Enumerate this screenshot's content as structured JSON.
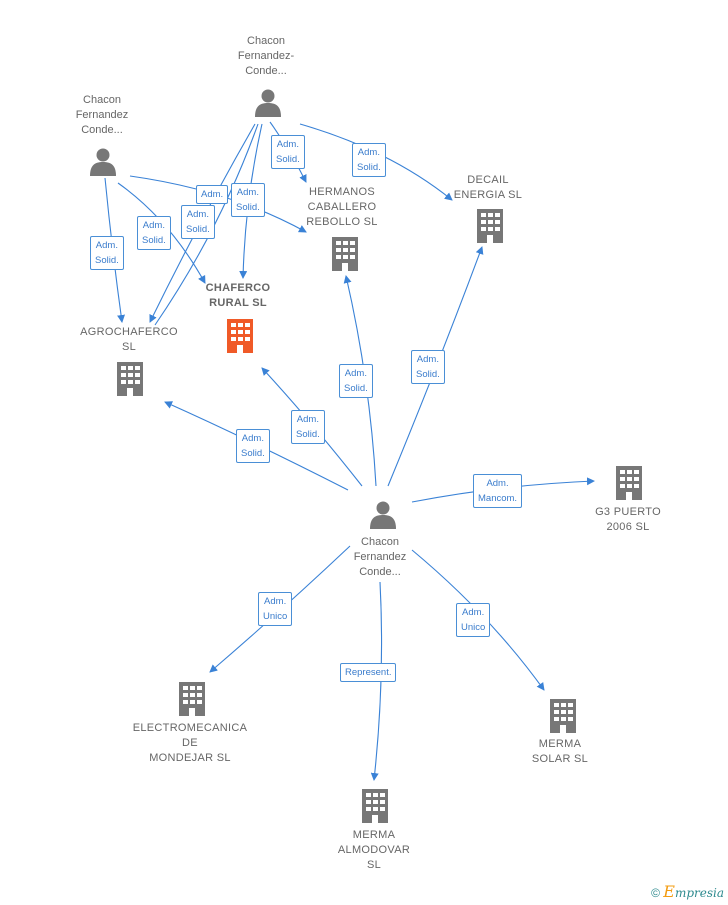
{
  "colors": {
    "edge": "#3a82d6",
    "person": "#777777",
    "company": "#777777",
    "focus_company": "#f05a28"
  },
  "nodes": {
    "person_top": {
      "label": "Chacon\nFernandez-\nConde...",
      "icon": "person-icon"
    },
    "person_left": {
      "label": "Chacon\nFernandez\nConde...",
      "icon": "person-icon"
    },
    "person_center": {
      "label": "Chacon\nFernandez\nConde...",
      "icon": "person-icon"
    },
    "chaferco": {
      "label": "CHAFERCO\nRURAL SL",
      "icon": "building-icon"
    },
    "hermanos": {
      "label": "HERMANOS\nCABALLERO\nREBOLLO SL",
      "icon": "building-icon"
    },
    "decail": {
      "label": "DECAIL\nENERGIA SL",
      "icon": "building-icon"
    },
    "agrochaferco": {
      "label": "AGROCHAFERCO\nSL",
      "icon": "building-icon"
    },
    "g3puerto": {
      "label": "G3 PUERTO\n2006 SL",
      "icon": "building-icon"
    },
    "electromecanica": {
      "label": "ELECTROMECANICA\nDE\nMONDEJAR SL",
      "icon": "building-icon"
    },
    "merma_almodovar": {
      "label": "MERMA\nALMODOVAR\nSL",
      "icon": "building-icon"
    },
    "merma_solar": {
      "label": "MERMA\nSOLAR SL",
      "icon": "building-icon"
    }
  },
  "edge_labels": {
    "e1": "Adm.\nSolid.",
    "e2": "Adm.\nSolid.",
    "e3": "Adm.\nSolid.",
    "e4": "Adm.\nSolid.",
    "e5": "Adm.\nSolid.",
    "e6": "Adm.\nSolid.",
    "e7": "Adm.\nSolid.",
    "e8": "Adm.\nSolid.",
    "e9": "Adm.\nSolid.",
    "e10": "Adm.\nSolid.",
    "e11": "Adm.\nSolid.",
    "e12": "Adm.\nMancom.",
    "e13": "Adm.\nUnico",
    "e14": "Represent.",
    "e15": "Adm.\nUnico",
    "e16": "Adm."
  },
  "brand": {
    "symbol": "©",
    "first_letter": "E",
    "rest": "mpresia"
  }
}
